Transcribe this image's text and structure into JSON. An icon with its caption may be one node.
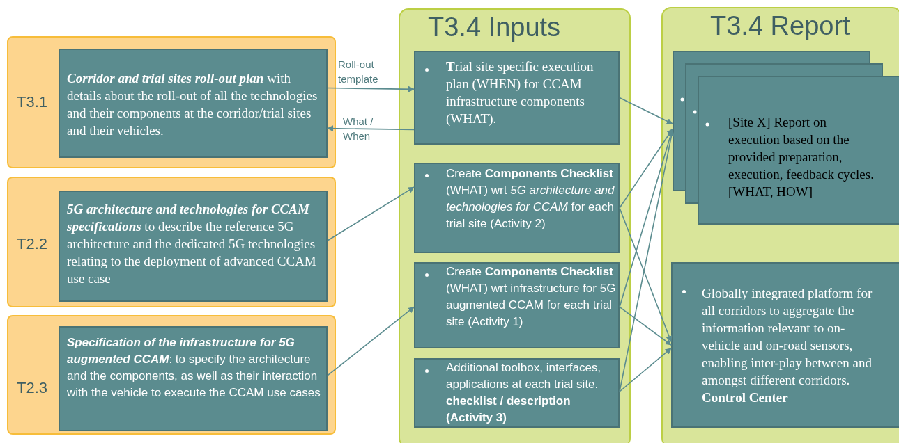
{
  "diagram": {
    "nodes": [
      {
        "text": [
          "T3.1"
        ]
      },
      {
        "text": [
          "**Corridor and trial sites roll-out plan** with details about the roll-out of all the technologies and their components at the corridor/trial sites and their vehicles."
        ],
        "in": 0
      },
      {
        "text": [
          "T2.2"
        ]
      },
      {
        "text": [
          "**5G architecture and technologies for CCAM specifications** to describe the reference 5G architecture and the dedicated 5G technologies relating to the deployment of advanced CCAM use case"
        ],
        "in": 2
      },
      {
        "text": [
          "T2.3"
        ]
      },
      {
        "text": [
          "**Specification of the infrastructure for 5G augmented CCAM**: to specify the architecture and the components, as well as their interaction with the vehicle to execute the CCAM use cases"
        ],
        "in": 4
      },
      {
        "text": [
          "T3.4 Inputs"
        ]
      },
      {
        "text": [
          "**T**rial site specific execution plan (WHEN) for CCAM infrastructure components (WHAT)."
        ],
        "in": 6
      },
      {
        "text": [
          "Create **Components Checklist** (WHAT) wrt *5G architecture and technologies for CCAM* for each trial site (Activity 2)"
        ],
        "in": 6
      },
      {
        "text": [
          "Create **Components Checklist** (WHAT) wrt infrastructure for 5G augmented CCAM for each trial site (Activity 1)"
        ],
        "in": 6
      },
      {
        "text": [
          "Additional toolbox, interfaces, applications at each trial site. **checklist / description (Activity 3)**"
        ],
        "in": 6
      },
      {
        "text": [
          "T3.4 Report"
        ]
      },
      {
        "text": [
          "[Site X] Report on execution based on the provided preparation, execution, feedback cycles. [WHAT, HOW]"
        ],
        "in": 11
      },
      {
        "text": [
          "Globally integrated platform for all corridors to aggregate the information relevant to on-vehicle and on-road sensors, enabling inter-play between and amongst different corridors. **Control Center**"
        ],
        "in": 11
      }
    ],
    "edges": [
      {
        "from": 1,
        "to": 7,
        "arrow": "to",
        "label": "Roll-out template"
      },
      {
        "from": 7,
        "to": 1,
        "arrow": "to",
        "label": "What / When"
      },
      {
        "from": 3,
        "to": 8,
        "arrow": "to"
      },
      {
        "from": 5,
        "to": 9,
        "arrow": "to"
      },
      {
        "from": 7,
        "to": 12,
        "arrow": "to"
      },
      {
        "from": 8,
        "to": 12,
        "arrow": "to"
      },
      {
        "from": 8,
        "to": 13,
        "arrow": "to"
      },
      {
        "from": 9,
        "to": 12,
        "arrow": "to"
      },
      {
        "from": 9,
        "to": 13,
        "arrow": "to"
      },
      {
        "from": 10,
        "to": 12,
        "arrow": "to"
      },
      {
        "from": 10,
        "to": 13,
        "arrow": "to"
      }
    ]
  }
}
